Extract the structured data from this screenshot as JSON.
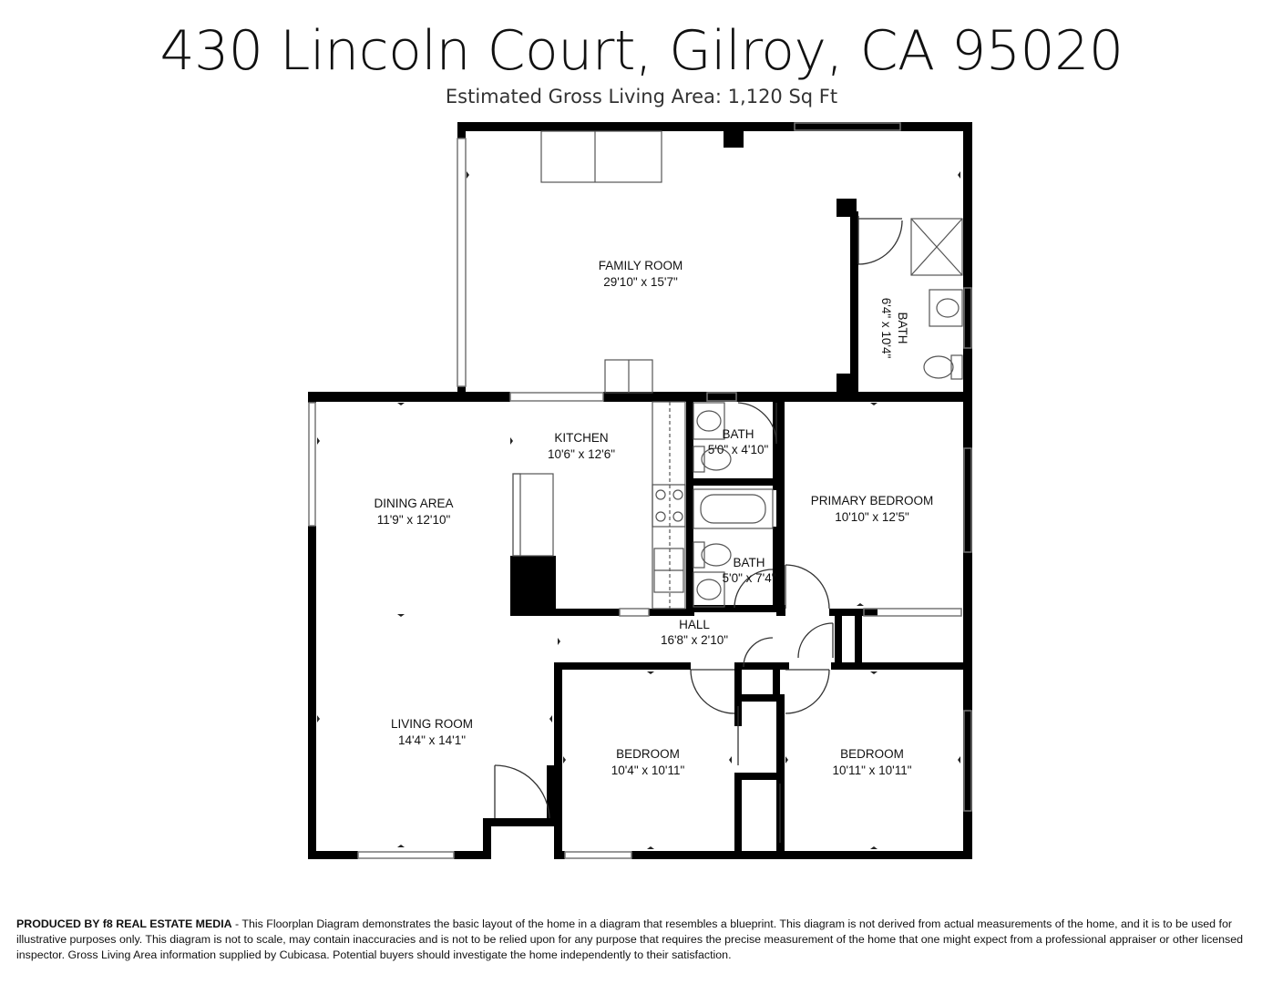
{
  "header": {
    "title": "430 Lincoln Court, Gilroy, CA 95020",
    "subtitle": "Estimated Gross Living Area: 1,120 Sq Ft"
  },
  "rooms": {
    "family_room": {
      "name": "FAMILY ROOM",
      "dims": "29'10\" x 15'7\""
    },
    "bath_upper": {
      "name": "BATH",
      "dims": "6'4\" x 10'4\""
    },
    "kitchen": {
      "name": "KITCHEN",
      "dims": "10'6\" x 12'6\""
    },
    "bath_small": {
      "name": "BATH",
      "dims": "5'0\" x 4'10\""
    },
    "primary_bedroom": {
      "name": "PRIMARY BEDROOM",
      "dims": "10'10\" x 12'5\""
    },
    "dining_area": {
      "name": "DINING AREA",
      "dims": "11'9\" x 12'10\""
    },
    "bath_hall": {
      "name": "BATH",
      "dims": "5'0\" x 7'4\""
    },
    "hall": {
      "name": "HALL",
      "dims": "16'8\" x 2'10\""
    },
    "living_room": {
      "name": "LIVING ROOM",
      "dims": "14'4\" x 14'1\""
    },
    "bedroom_left": {
      "name": "BEDROOM",
      "dims": "10'4\" x 10'11\""
    },
    "bedroom_right": {
      "name": "BEDROOM",
      "dims": "10'11\" x 10'11\""
    }
  },
  "disclaimer": {
    "lead": "PRODUCED BY f8 REAL ESTATE MEDIA",
    "body": " - This Floorplan Diagram demonstrates the basic layout of the home in a diagram that resembles a blueprint. This diagram is not derived from actual measurements of the home, and it is to be used for illustrative purposes only. This diagram is not to scale, may contain inaccuracies and is not to be relied upon for any purpose that requires the precise measurement of the home that one might expect from a professional appraiser or other licensed inspector. Gross Living Area information supplied by Cubicasa. Potential buyers should investigate the home independently to their satisfaction."
  },
  "colors": {
    "wall": "#000000",
    "fixture": "#555555",
    "window": "#777777"
  }
}
